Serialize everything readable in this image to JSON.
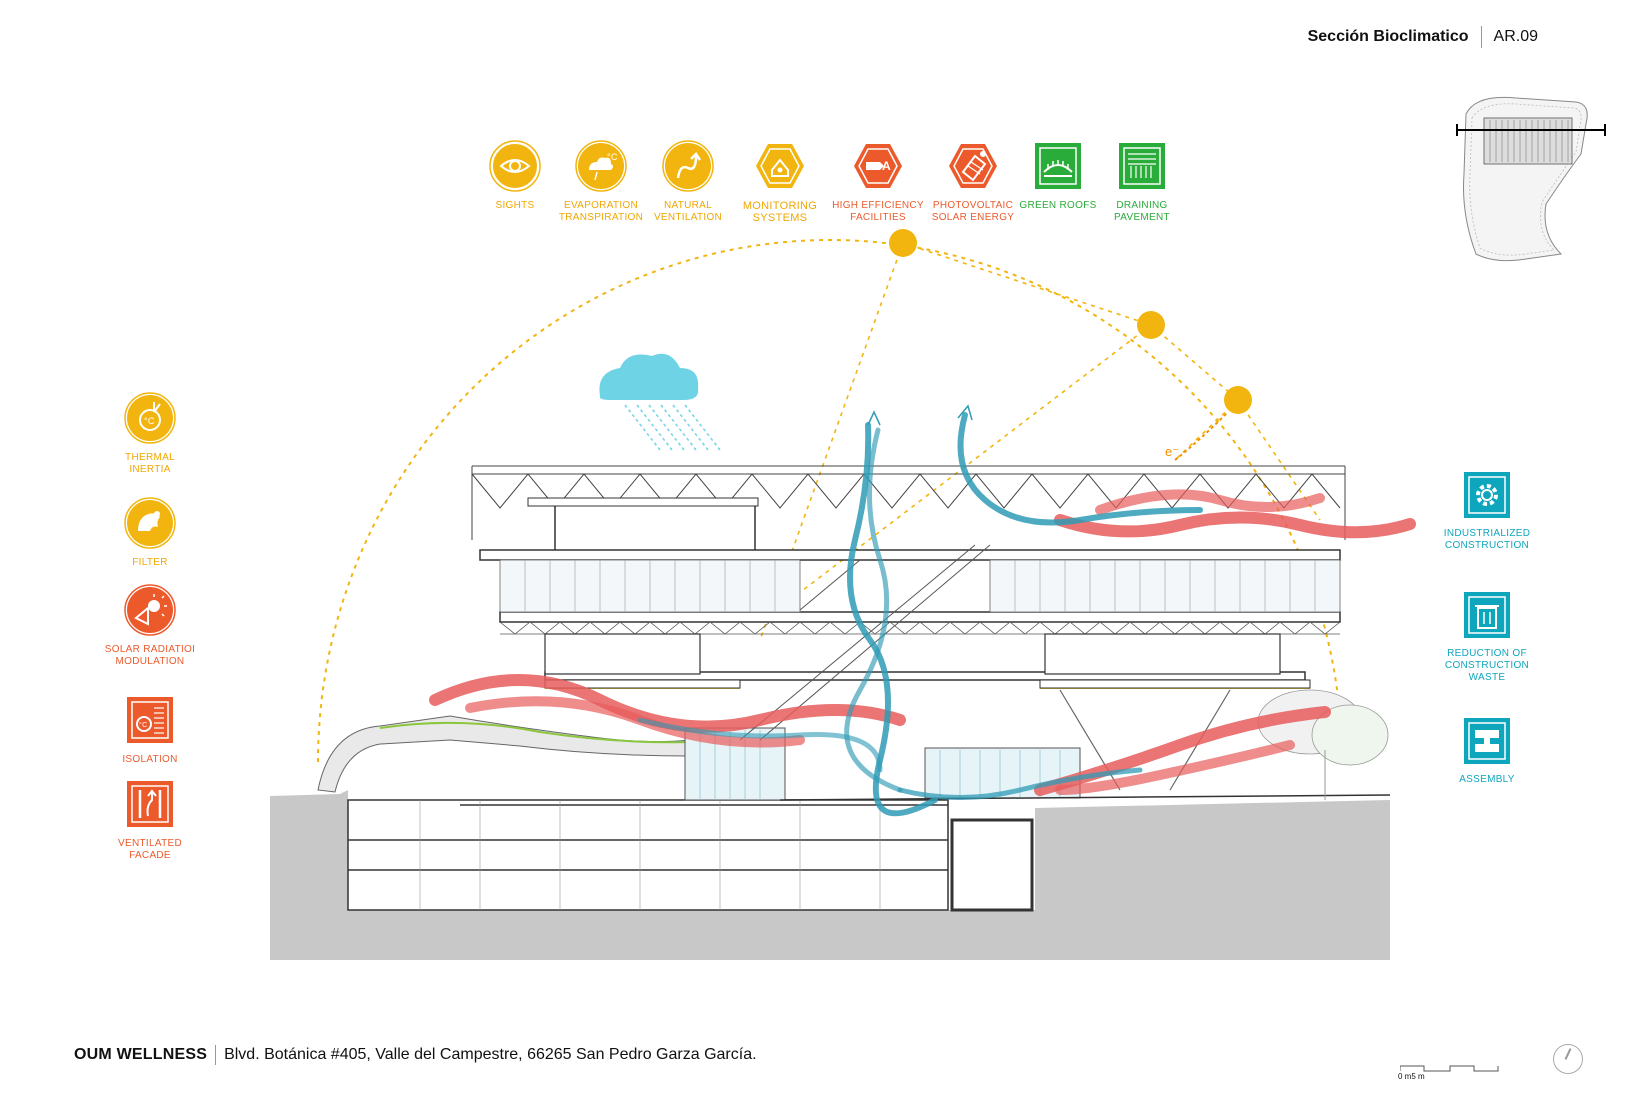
{
  "header": {
    "title": "Sección Bioclimatico",
    "code": "AR.09"
  },
  "footer": {
    "project": "OUM WELLNESS",
    "address": "Blvd. Botánica #405, Valle del Campestre, 66265 San Pedro Garza García."
  },
  "scale_label": "0 m5 m",
  "colors": {
    "yellow": "#f2b50f",
    "orange": "#f29100",
    "red": "#ec5a2c",
    "green": "#2aac3a",
    "teal": "#0ea6bd",
    "air_warm": "#e85c5c",
    "air_cool": "#2f9bb5",
    "ground": "#c8c8c8",
    "cloud": "#6fd3e6"
  },
  "legend_top": [
    {
      "line1": "SIGHTS",
      "line2": "",
      "icon": "eye-icon",
      "color": "#f0a700"
    },
    {
      "line1": "EVAPORATION",
      "line2": "TRANSPIRATION",
      "icon": "evaporation-icon",
      "color": "#f0a700"
    },
    {
      "line1": "NATURAL",
      "line2": "VENTILATION",
      "icon": "ventilation-icon",
      "color": "#f0a700"
    },
    {
      "line1": "MONITORING",
      "line2": "SYSTEMS",
      "icon": "monitoring-icon",
      "color": "#f0a700"
    },
    {
      "line1": "HIGH EFFICIENCY",
      "line2": "FACILITIES",
      "icon": "efficiency-icon",
      "color": "#ec5a2c"
    },
    {
      "line1": "PHOTOVOLTAIC",
      "line2": "SOLAR ENERGY",
      "icon": "solar-panel-icon",
      "color": "#ec5a2c"
    },
    {
      "line1": "GREEN ROOFS",
      "line2": "",
      "icon": "green-roof-icon",
      "color": "#2aac3a"
    },
    {
      "line1": "DRAINING",
      "line2": "PAVEMENT",
      "icon": "pavement-icon",
      "color": "#2aac3a"
    }
  ],
  "legend_left": [
    {
      "line1": "THERMAL",
      "line2": "INERTIA",
      "icon": "thermal-inertia-icon",
      "color": "#f0a700"
    },
    {
      "line1": "FILTER",
      "line2": "",
      "icon": "filter-icon",
      "color": "#f0a700"
    },
    {
      "line1": "SOLAR RADIATIOI",
      "line2": "MODULATION",
      "icon": "solar-radiation-icon",
      "color": "#ec5a2c"
    },
    {
      "line1": "ISOLATION",
      "line2": "",
      "icon": "isolation-icon",
      "color": "#ec5a2c"
    },
    {
      "line1": "VENTILATED",
      "line2": "FACADE",
      "icon": "ventilated-facade-icon",
      "color": "#ec5a2c"
    }
  ],
  "legend_right": [
    {
      "line1": "INDUSTRIALIZED",
      "line2": "CONSTRUCTION",
      "line3": "",
      "icon": "gear-icon",
      "color": "#0ea6bd"
    },
    {
      "line1": "REDUCTION OF",
      "line2": "CONSTRUCTION",
      "line3": "WASTE",
      "icon": "waste-bin-icon",
      "color": "#0ea6bd"
    },
    {
      "line1": "ASSEMBLY",
      "line2": "",
      "line3": "",
      "icon": "assembly-icon",
      "color": "#0ea6bd"
    }
  ],
  "electron_label": "e⁻"
}
